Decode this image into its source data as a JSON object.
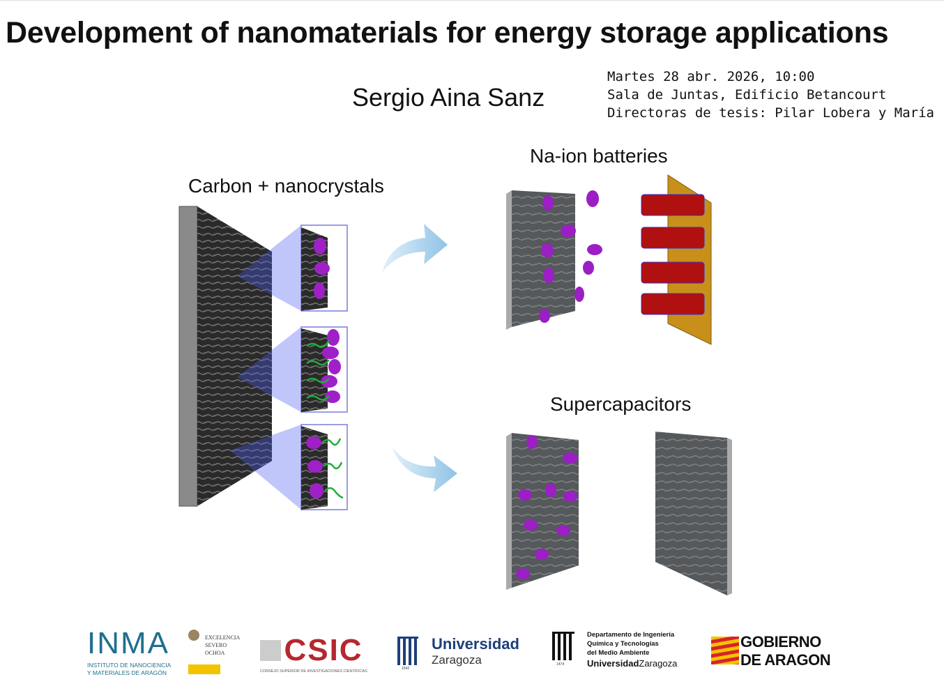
{
  "title": "Development of nanomaterials for energy storage applications",
  "author": "Sergio Aina Sanz",
  "info": [
    "Martes 28 abr. 2026, 10:00",
    "Sala de Juntas, Edificio Betancourt",
    "Directoras de tesis: Pilar Lobera y María"
  ],
  "figure": {
    "left_label": "Carbon + nanocrystals",
    "top_right_label": "Na-ion batteries",
    "bottom_right_label": "Supercapacitors"
  },
  "logos": {
    "inma": {
      "mark": "INMA",
      "line1": "INSTITUTO DE NANOCIENCIA",
      "line2": "Y MATERIALES DE ARAGÓN"
    },
    "severo": {
      "line1": "EXCELENCIA",
      "line2": "SEVERO",
      "line3": "OCHOA"
    },
    "csic": {
      "mark": "CSIC",
      "sub": "CONSEJO SUPERIOR DE INVESTIGACIONES CIENTÍFICAS"
    },
    "unizar": {
      "line1": "Universidad",
      "line2": "Zaragoza",
      "year": "1542"
    },
    "dept": {
      "line1": "Departamento de Ingeniería",
      "line2": "Química y Tecnologías",
      "line3": "del Medio Ambiente",
      "line4a": "Universidad",
      "line4b": "Zaragoza",
      "year": "1474"
    },
    "aragon": {
      "line1": "GOBIERNO",
      "line2": "DE ARAGON"
    }
  },
  "colors": {
    "csic": "#b5282e",
    "inma": "#1e6f8e",
    "unizar": "#1d3f7a",
    "particle": "#9b1fc4",
    "gold": "#c8901a"
  }
}
